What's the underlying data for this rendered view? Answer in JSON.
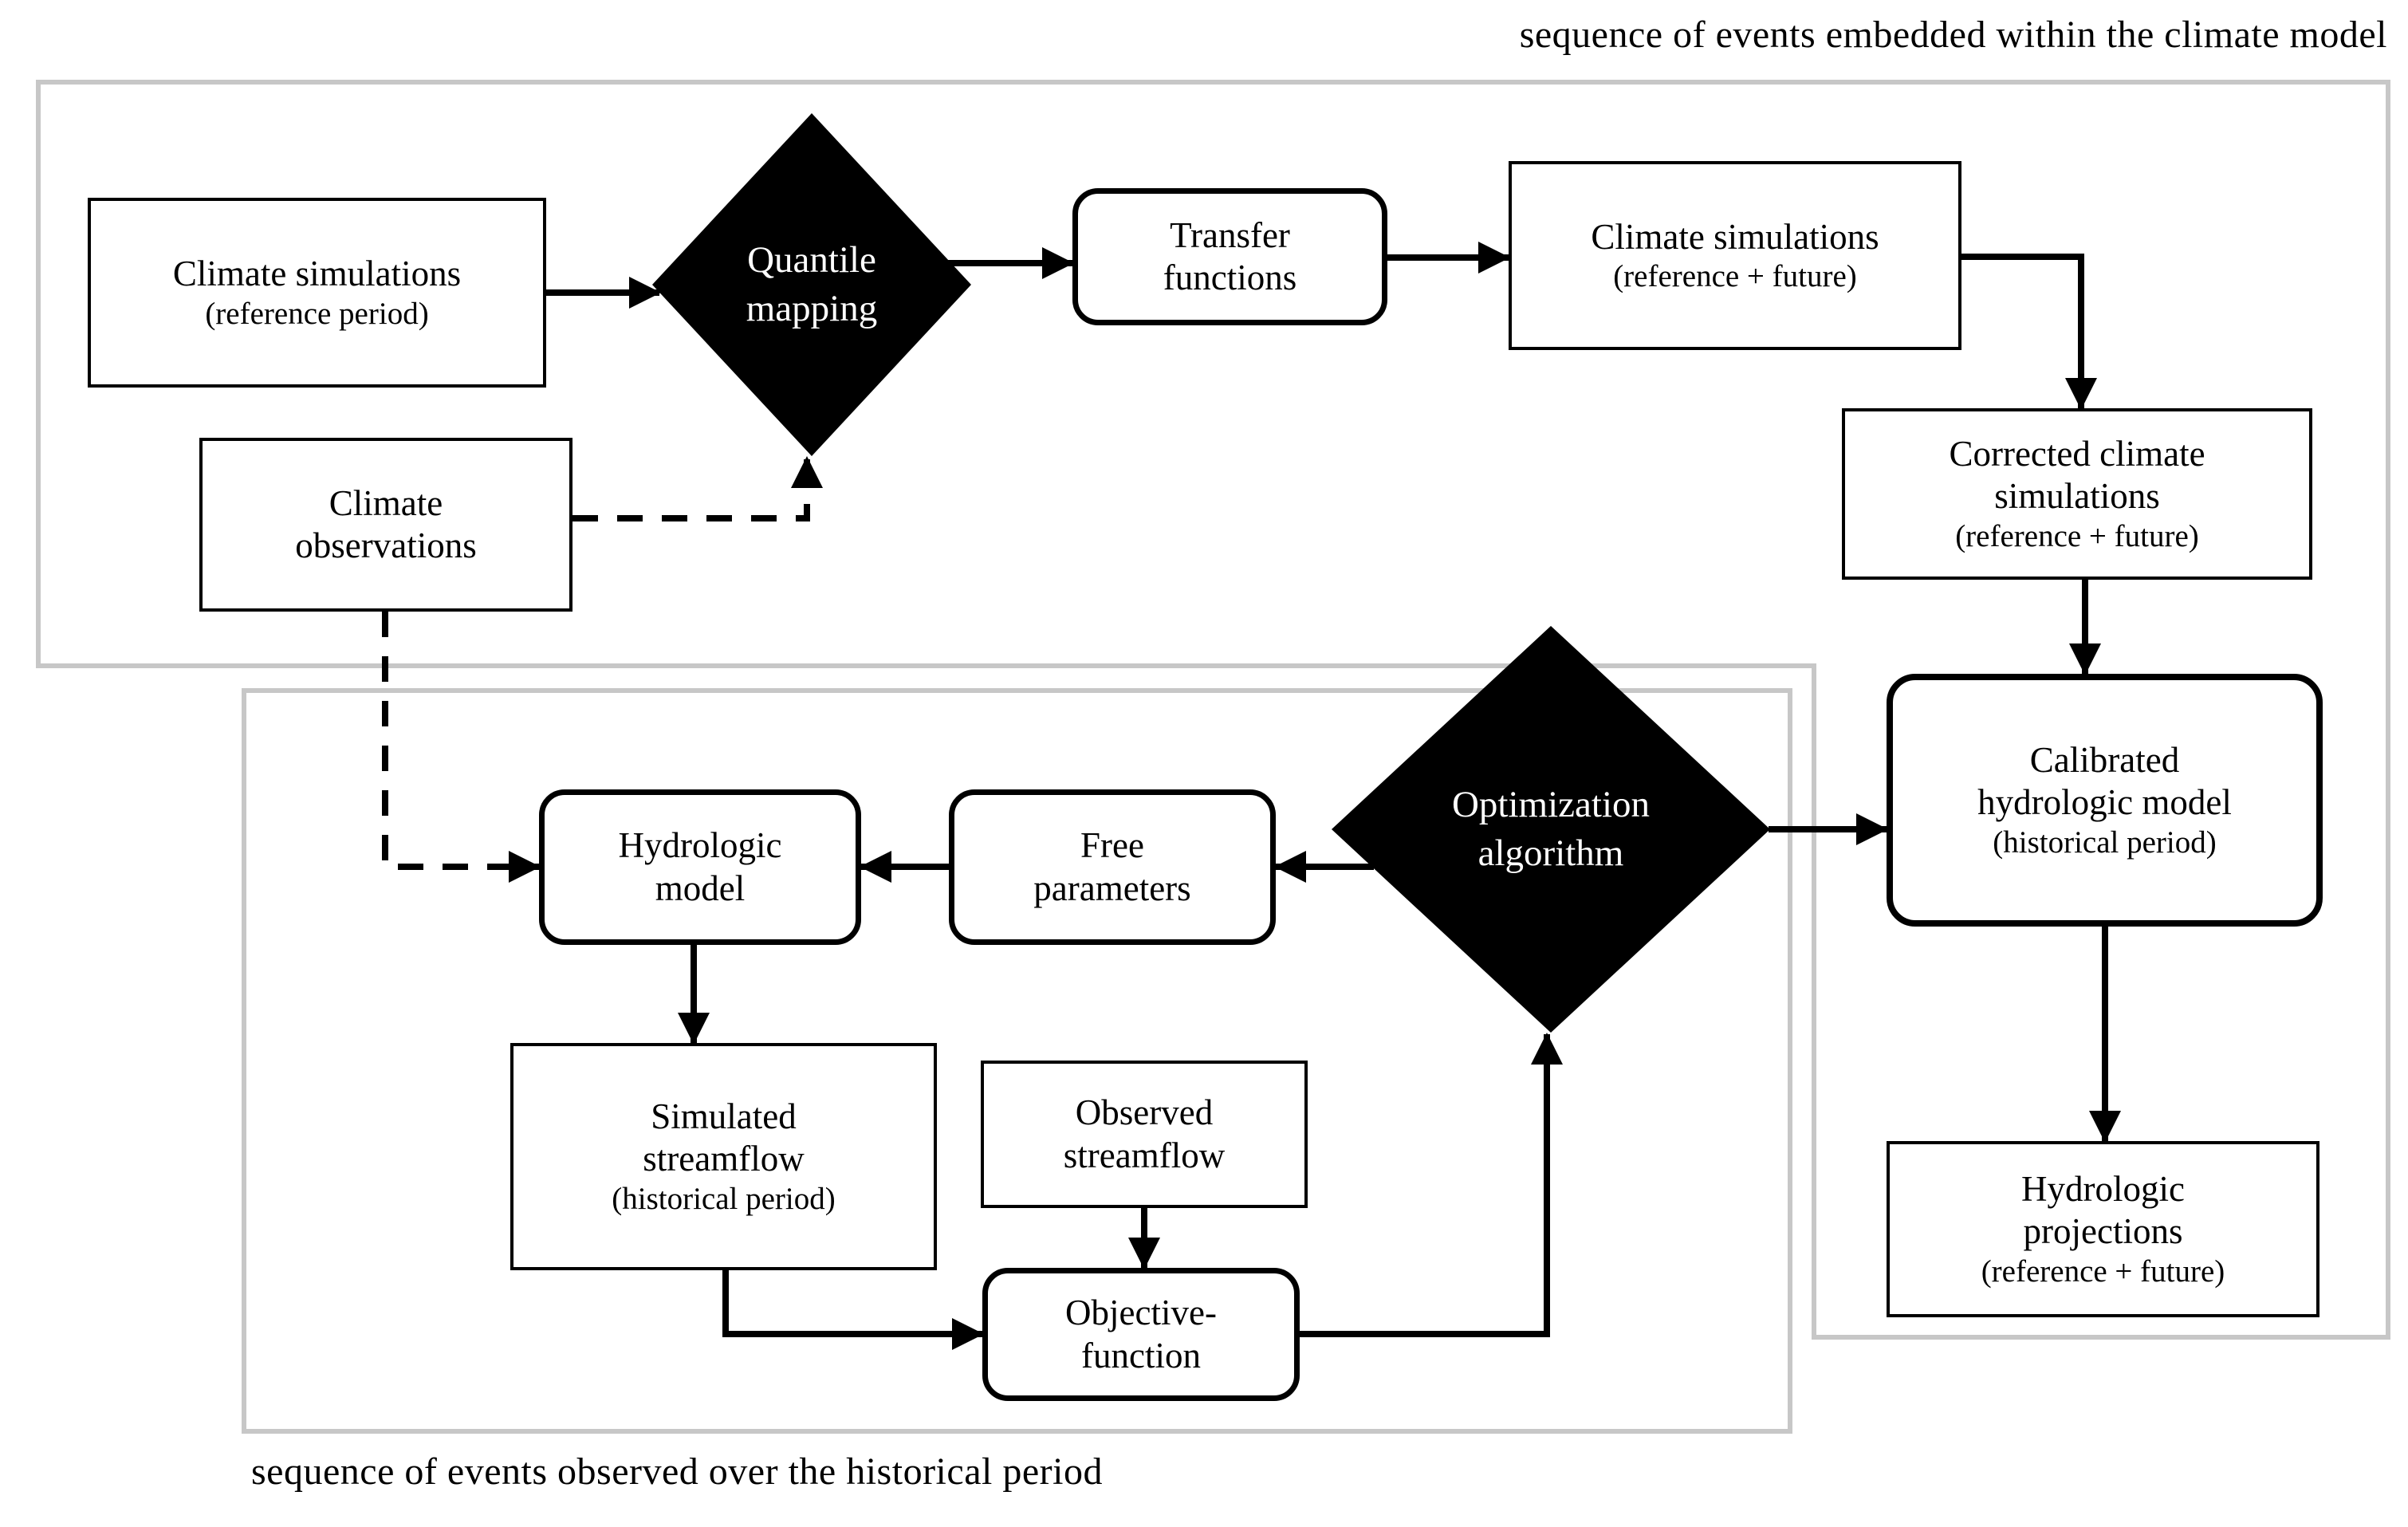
{
  "captions": {
    "top": "sequence of events embedded within the climate model",
    "bottom": "sequence of events observed over the historical period"
  },
  "nodes": {
    "climate_sims_ref": {
      "line1": "Climate simulations",
      "line2": "(reference period)"
    },
    "quantile_mapping": {
      "line1": "Quantile",
      "line2": "mapping"
    },
    "transfer_functions": {
      "line1": "Transfer",
      "line2": "functions"
    },
    "climate_sims_ref_future": {
      "line1": "Climate simulations",
      "line2": "(reference + future)"
    },
    "corrected_climate_sims": {
      "line1": "Corrected climate",
      "line2": "simulations",
      "line3": "(reference + future)"
    },
    "climate_observations": {
      "line1": "Climate",
      "line2": "observations"
    },
    "hydrologic_model": {
      "line1": "Hydrologic",
      "line2": "model"
    },
    "free_parameters": {
      "line1": "Free",
      "line2": "parameters"
    },
    "optimization_algorithm": {
      "line1": "Optimization",
      "line2": "algorithm"
    },
    "calibrated_model": {
      "line1": "Calibrated",
      "line2": "hydrologic model",
      "line3": "(historical period)"
    },
    "simulated_streamflow": {
      "line1": "Simulated",
      "line2": "streamflow",
      "line3": "(historical period)"
    },
    "observed_streamflow": {
      "line1": "Observed",
      "line2": "streamflow"
    },
    "objective_function": {
      "line1": "Objective-",
      "line2": "function"
    },
    "hydrologic_projections": {
      "line1": "Hydrologic",
      "line2": "projections",
      "line3": "(reference + future)"
    }
  },
  "colors": {
    "background": "#ffffff",
    "ink": "#000000",
    "container_gray": "#c7c7c7",
    "diamond_fill": "#000000",
    "diamond_text": "#ffffff"
  }
}
